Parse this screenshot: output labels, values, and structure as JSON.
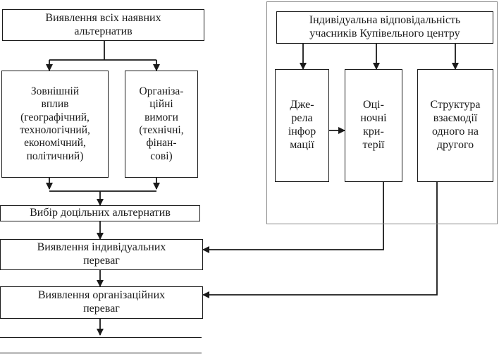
{
  "left_column": {
    "identify_all": "Виявлення всіх наявних\nальтернатив",
    "external_influence": "Зовнішній\nвплив\n(географічний,\nтехнологічний,\nекономічний,\nполітичний)",
    "org_requirements": "Організа-\nційні\nвимоги\n(технічні,\nфінан-\nсові)",
    "select_feasible": "Вибір доцільних альтернатив",
    "identify_individual": "Виявлення індивідуальних\nпереваг",
    "identify_org": "Виявлення організаційних\nпереваг"
  },
  "right_panel": {
    "header": "Індивідуальна відповідальність\nучасників Купівельного центру",
    "info_sources": "Дже-\nрела\nінфор\nмації",
    "eval_criteria": "Оці-\nночні\nкри-\nтерії",
    "interaction_structure": "Структура\nвзаємодії\nодного на\nдругого"
  },
  "colors": {
    "line": "#1a1a1a",
    "panel_border": "#888888",
    "background": "#ffffff"
  }
}
